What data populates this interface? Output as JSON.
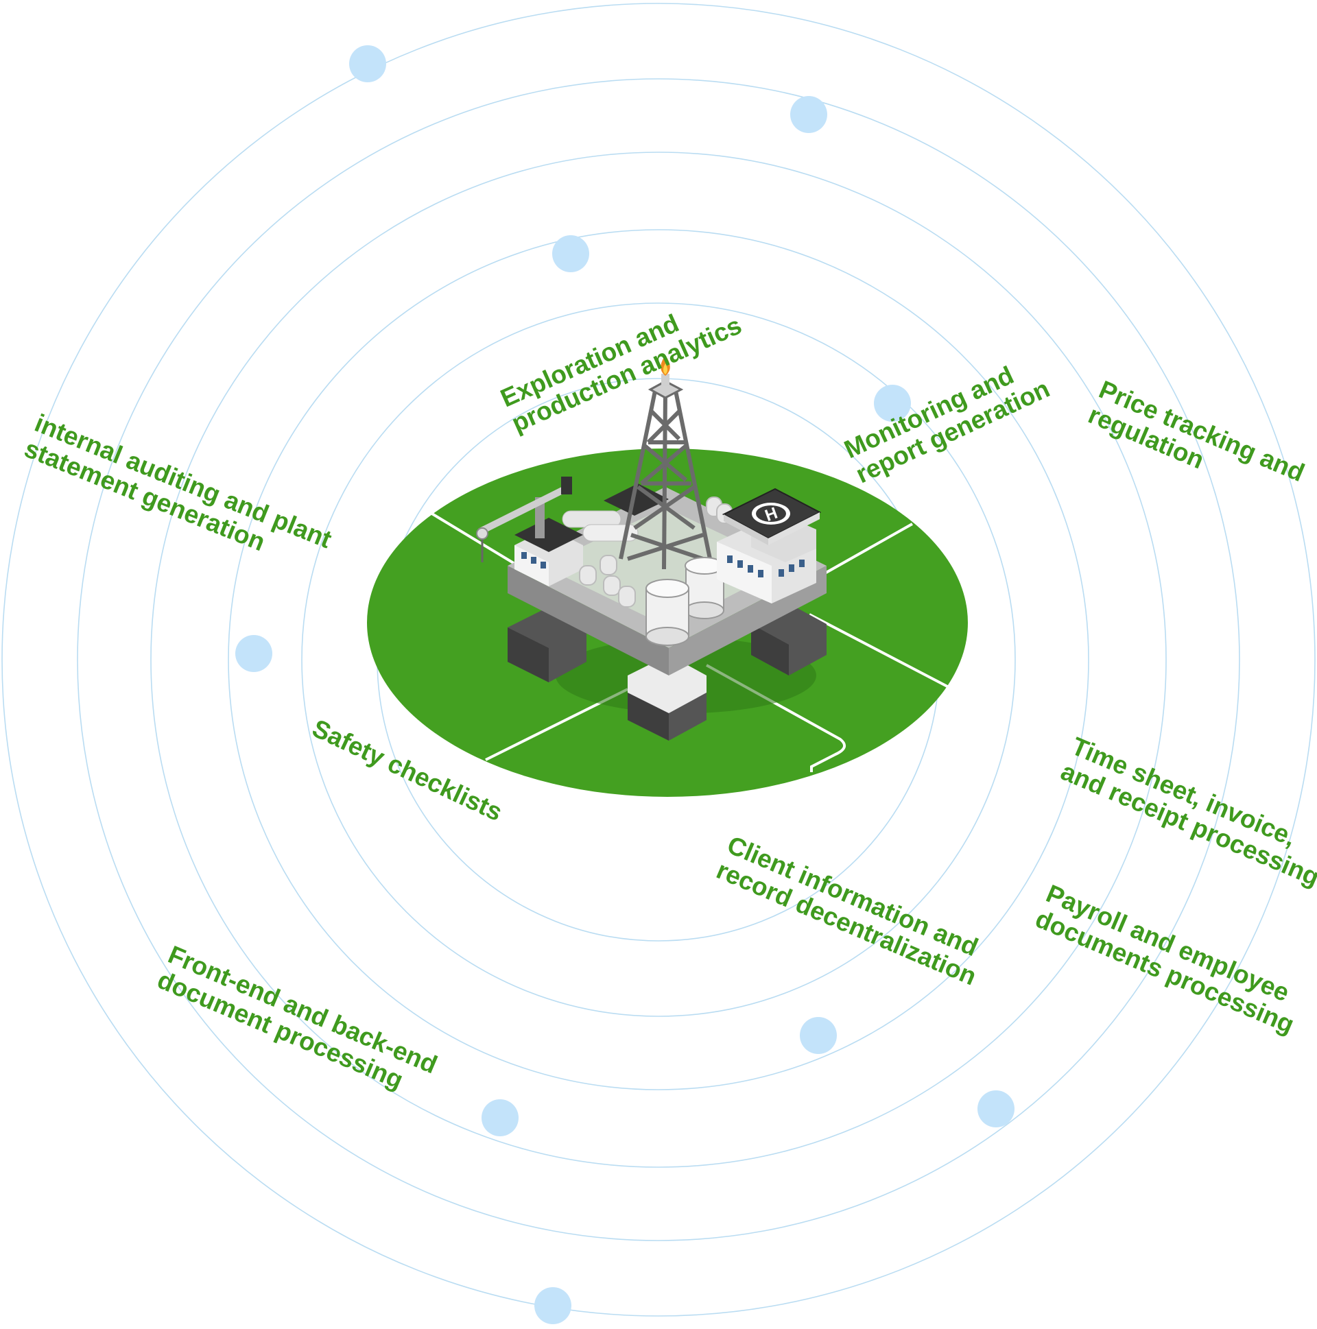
{
  "colors": {
    "ring": "#b9dcf2",
    "node": "#c3e3fa",
    "green": "#44a021",
    "label": "#3f9a1e",
    "road": "#ffffff"
  },
  "labels": [
    {
      "id": "exploration",
      "lines": [
        "Exploration and",
        "production analytics"
      ]
    },
    {
      "id": "monitoring",
      "lines": [
        "Monitoring and",
        "report generation"
      ]
    },
    {
      "id": "price",
      "lines": [
        "Price tracking and",
        "regulation"
      ]
    },
    {
      "id": "auditing",
      "lines": [
        "internal auditing and plant",
        "statement generation"
      ]
    },
    {
      "id": "safety",
      "lines": [
        "Safety checklists"
      ]
    },
    {
      "id": "timesheet",
      "lines": [
        "Time sheet, invoice,",
        "and receipt processing"
      ]
    },
    {
      "id": "client",
      "lines": [
        "Client information and",
        "record decentralization"
      ]
    },
    {
      "id": "payroll",
      "lines": [
        "Payroll and employee",
        "documents processing"
      ]
    },
    {
      "id": "frontend",
      "lines": [
        "Front-end and back-end",
        "document processing"
      ]
    }
  ],
  "helipad_letter": "H"
}
